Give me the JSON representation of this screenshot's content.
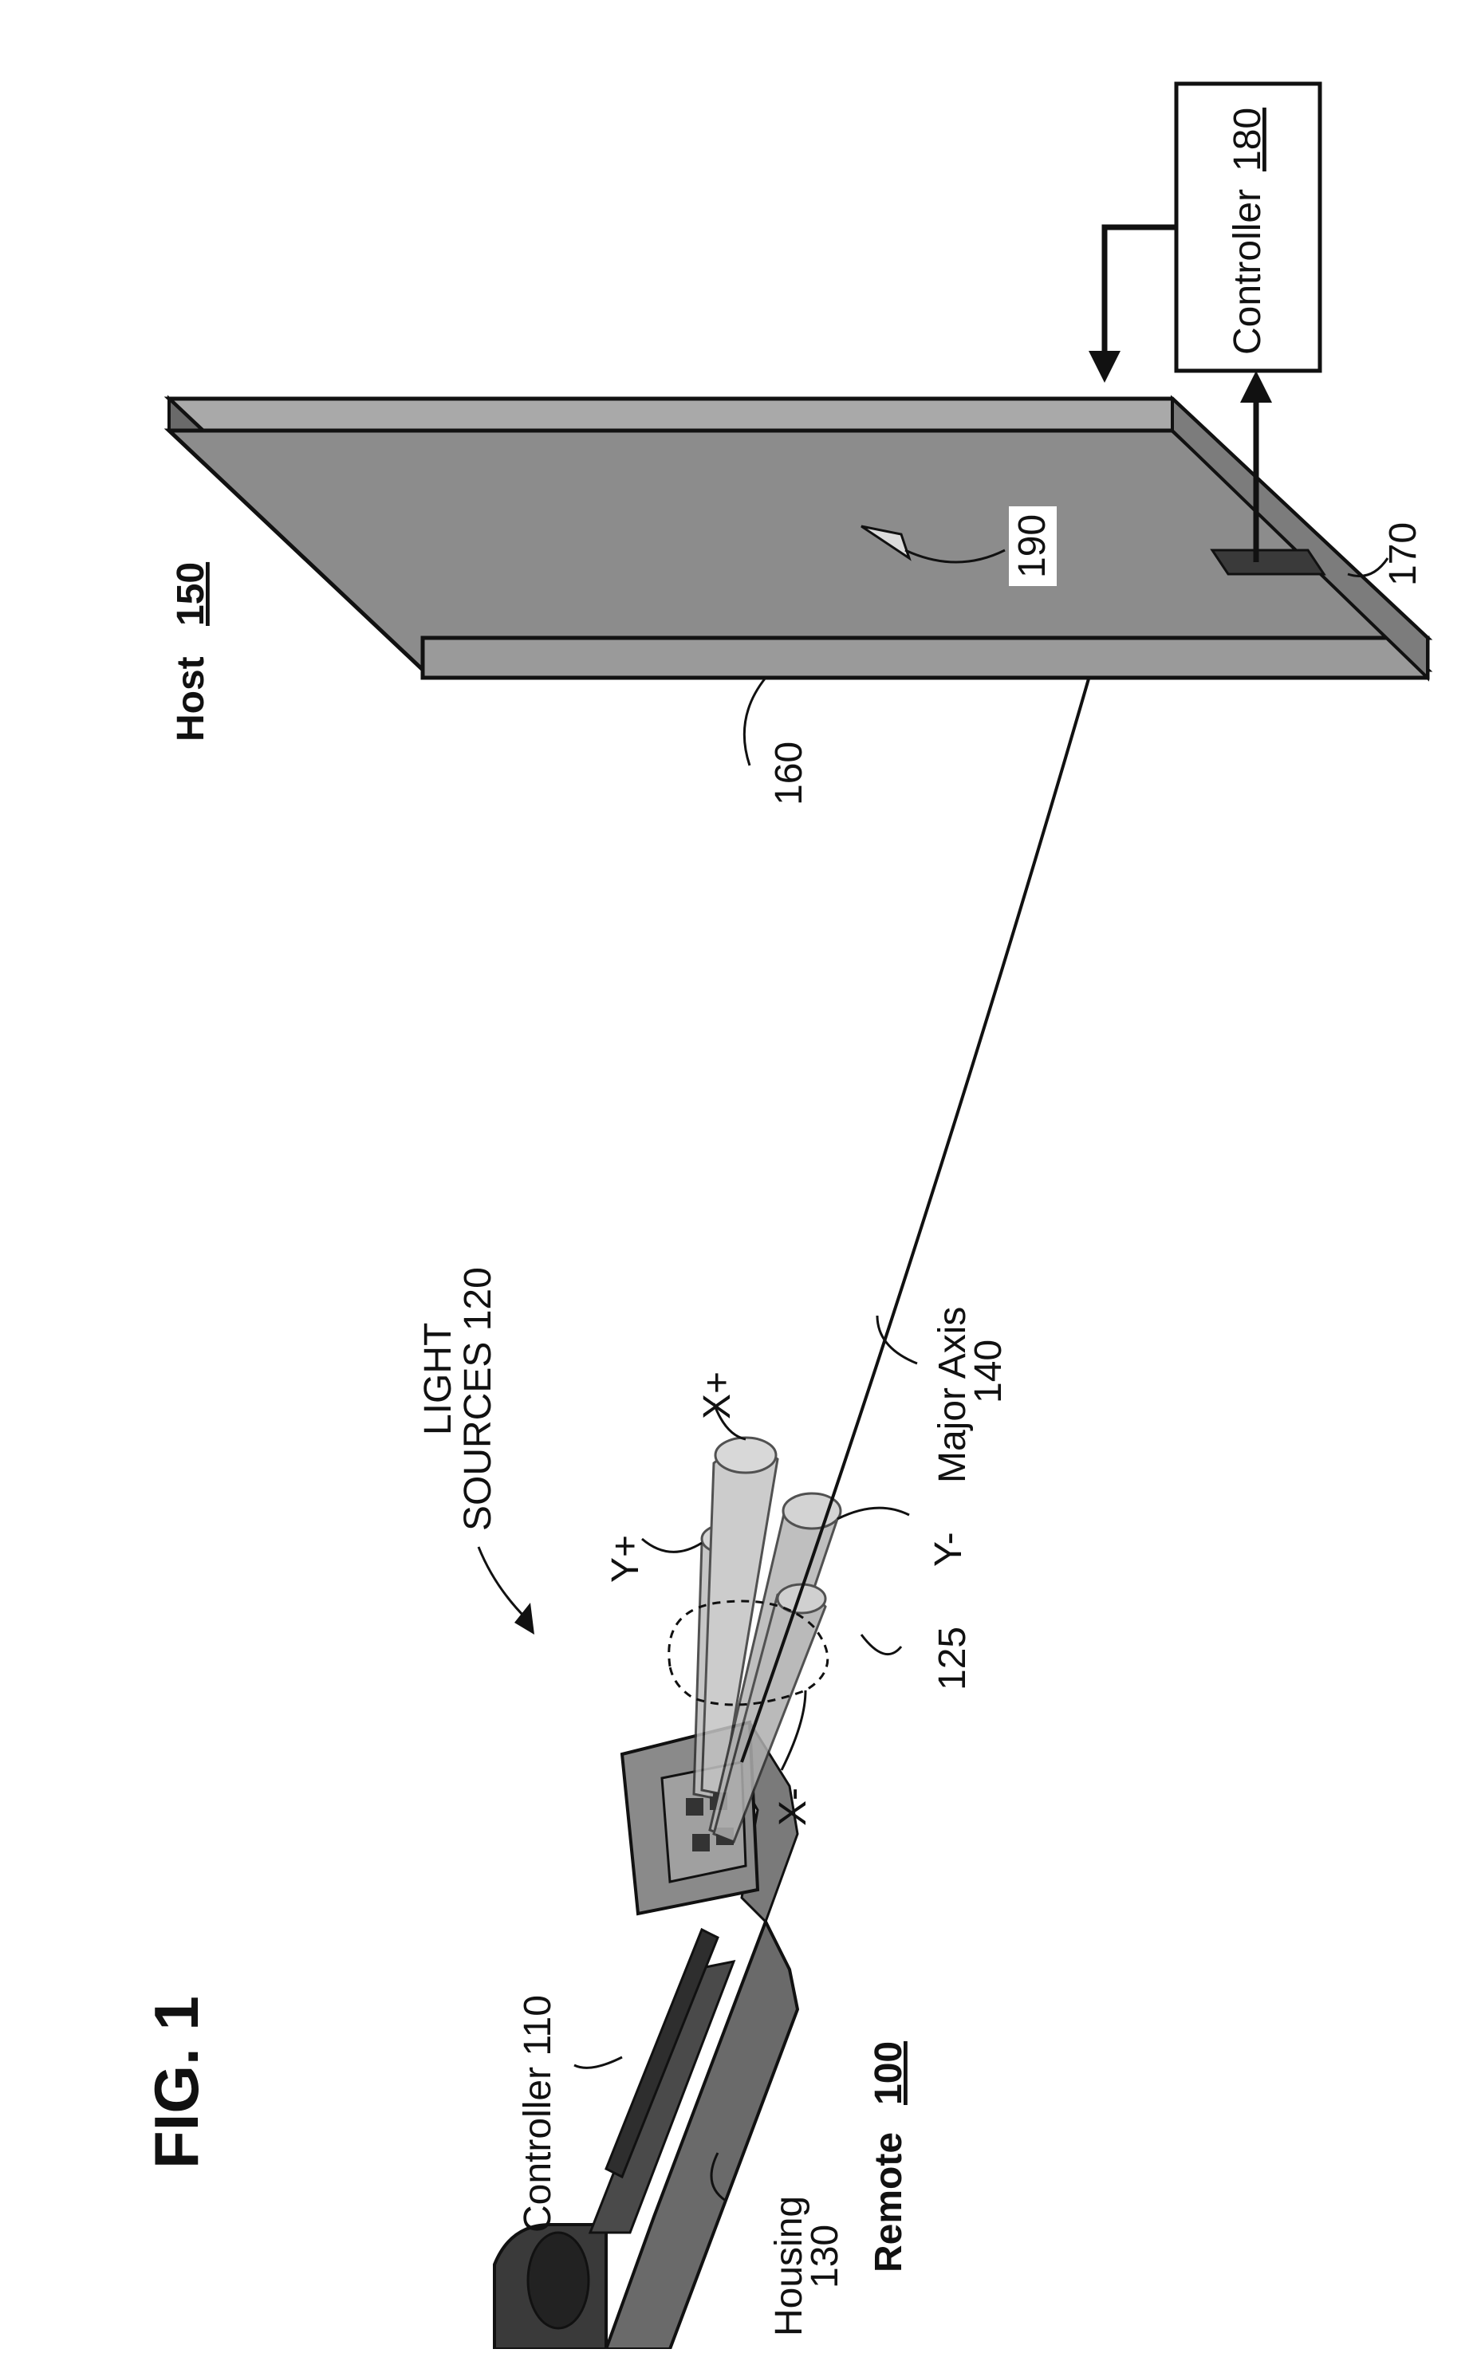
{
  "figure": {
    "title": "FIG. 1"
  },
  "labels": {
    "remote": "Remote",
    "remote_num": "100",
    "controller_110": "Controller 110",
    "housing": "Housing",
    "housing_num": "130",
    "light_sources_line1": "LIGHT",
    "light_sources_line2": "SOURCES 120",
    "y_plus": "Y+",
    "y_minus": "Y-",
    "x_plus": "X+",
    "x_minus": "X-",
    "ref_125": "125",
    "major_axis_line1": "Major Axis",
    "major_axis_line2": "140",
    "host": "Host",
    "host_num": "150",
    "ref_160": "160",
    "ref_190": "190",
    "ref_170": "170",
    "controller_180": "Controller",
    "controller_180_num": "180"
  },
  "colors": {
    "ink": "#111111",
    "panel_face": "#8c8c8c",
    "panel_edge": "#6a6a6a",
    "panel_top": "#a8a8a8",
    "beam": "#b9b9b9",
    "housing": "#5c5c5c"
  }
}
